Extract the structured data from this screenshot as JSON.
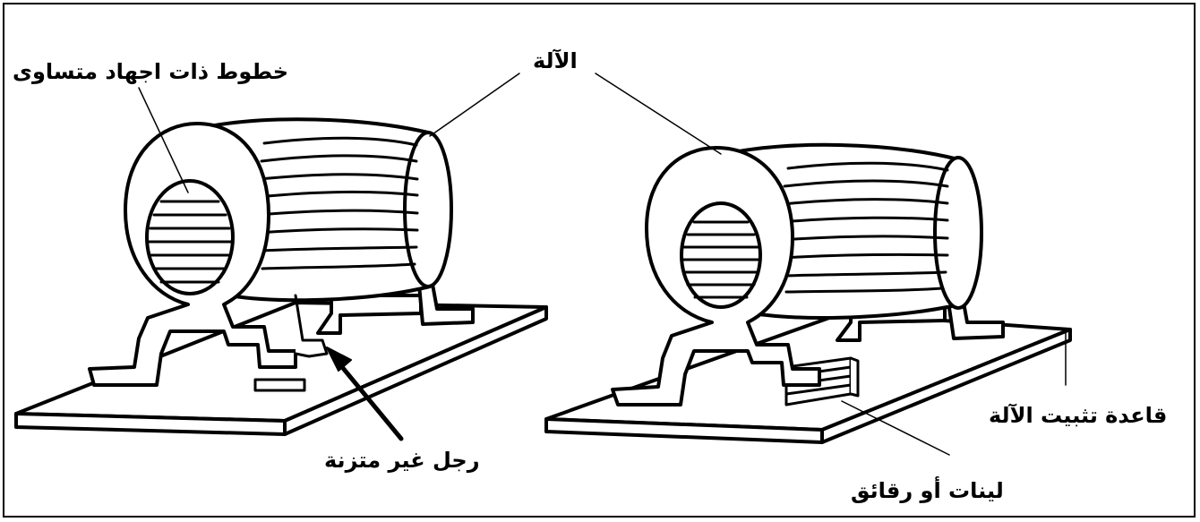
{
  "labels": {
    "equipotential_lines": "خطوط ذات اجهاد متساوى",
    "machine": "الآلة",
    "unbalanced_leg": "رجل غير متزنة",
    "shims": "لينات أو رقائق",
    "machine_base": "قاعدة تثبيت الآلة"
  }
}
